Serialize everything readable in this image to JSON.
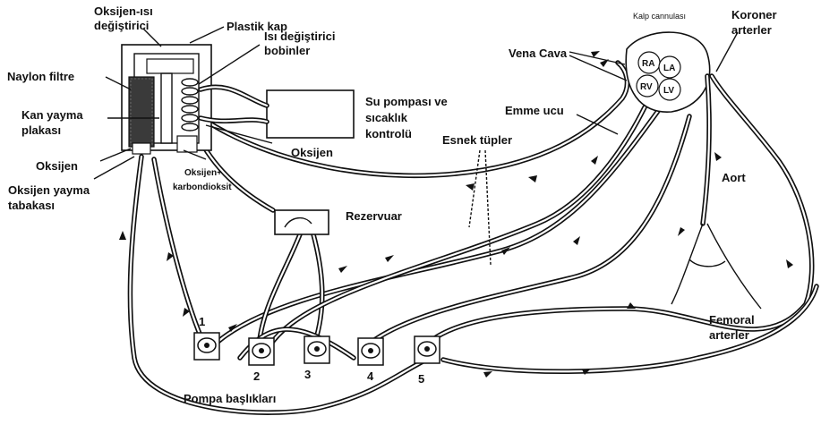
{
  "labels": {
    "oxygenator_heat": [
      "Oksijen-ısı",
      "değiştirici"
    ],
    "plastic_cover": "Plastik kap",
    "heat_coils": [
      "Isı değiştirici",
      "bobinler"
    ],
    "nylon_filter": "Naylon filtre",
    "blood_spread": [
      "Kan yayma",
      "plakası"
    ],
    "oxygen_left": "Oksijen",
    "oxygen_spread": [
      "Oksijen yayma",
      "tabakası"
    ],
    "water_pump": [
      "Su pompası ve",
      "sıcaklık",
      "kontrolü"
    ],
    "oxygen_right": "Oksijen",
    "o2_co2": [
      "Oksijen+",
      "karbondioksit"
    ],
    "reservoir": "Rezervuar",
    "flexible_tubes": "Esnek tüpler",
    "suction_tip": "Emme ucu",
    "vena_cava": "Vena Cava",
    "heart_cannula": "Kalp cannulası",
    "coronary": [
      "Koroner",
      "arterler"
    ],
    "aorta": "Aort",
    "femoral": [
      "Femoral",
      "arterler"
    ],
    "pump_heads": "Pompa başlıkları"
  },
  "chambers": [
    "RA",
    "LA",
    "RV",
    "LV"
  ],
  "pumps": [
    "1",
    "2",
    "3",
    "4",
    "5"
  ]
}
